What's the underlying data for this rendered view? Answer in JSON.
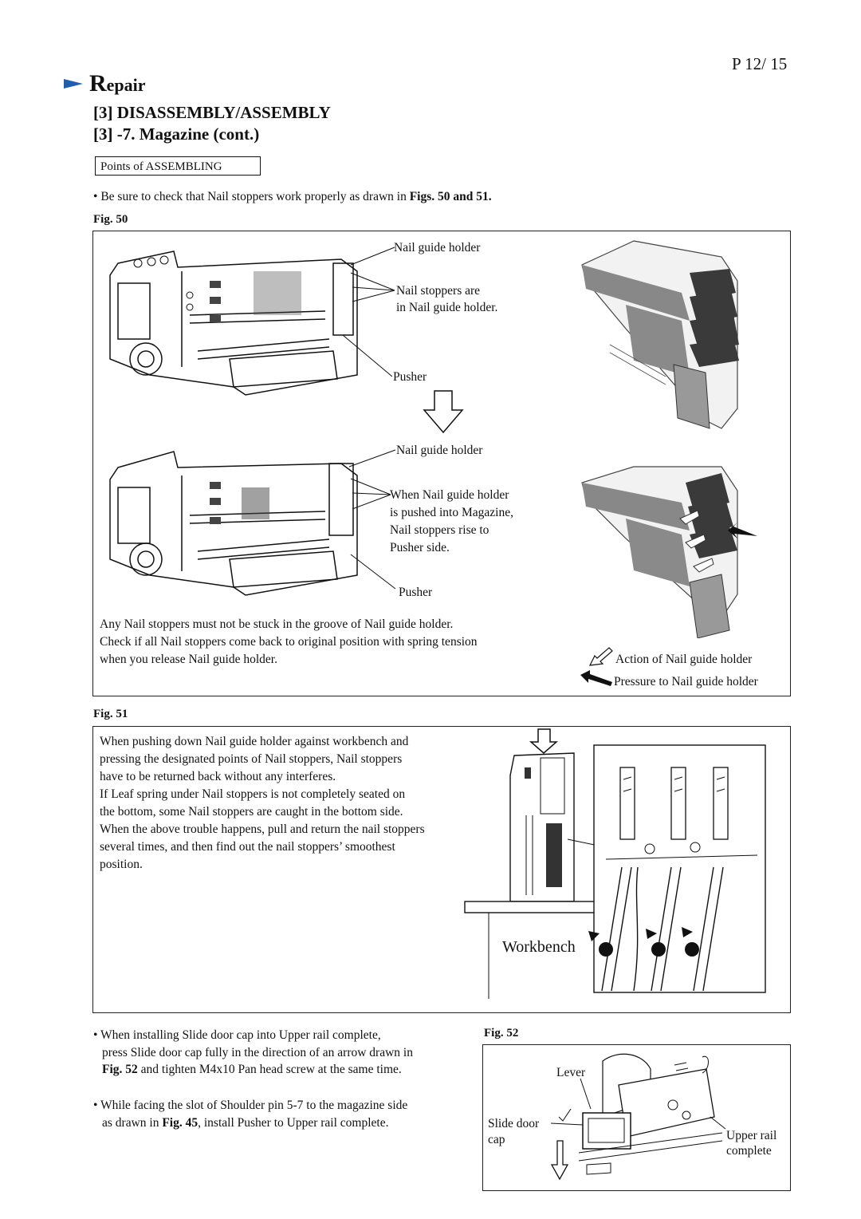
{
  "header": {
    "page": "P 12/ 15",
    "section_initial": "R",
    "section_rest": "epair"
  },
  "titles": {
    "h1": "[3] DISASSEMBLY/ASSEMBLY",
    "h2": "[3] -7. Magazine (cont.)"
  },
  "points_box": "Points of ASSEMBLING",
  "intro": {
    "bullet": "•",
    "pre": "Be sure to check that Nail stoppers work properly as drawn in ",
    "bold": "Figs. 50 and 51."
  },
  "fig50": {
    "label": "Fig. 50",
    "top": {
      "holder": "Nail guide holder",
      "stoppers": [
        "Nail stoppers are",
        "in Nail guide holder."
      ],
      "pusher": "Pusher"
    },
    "bottom": {
      "holder": "Nail guide holder",
      "note": [
        "When Nail guide holder",
        "is pushed into Magazine,",
        "Nail stoppers rise to",
        "Pusher side."
      ],
      "pusher": "Pusher"
    },
    "caption": [
      "Any Nail stoppers must not be stuck in the groove of Nail guide holder.",
      "Check if all Nail stoppers come back to original position with spring tension",
      "when you release Nail guide holder."
    ],
    "legend": {
      "action": "Action of Nail guide holder",
      "pressure": "Pressure to Nail guide holder"
    }
  },
  "fig51": {
    "label": "Fig. 51",
    "text": [
      "When pushing down Nail guide holder against workbench and",
      "pressing the designated points of Nail stoppers, Nail stoppers",
      "have to be returned back without any interferes.",
      "If Leaf spring under Nail stoppers is not completely seated on",
      "the bottom, some Nail stoppers are caught in the bottom side.",
      "When the above trouble happens, pull and return the nail stoppers",
      "several times, and then find out the nail stoppers’ smoothest",
      "position."
    ],
    "workbench": "Workbench"
  },
  "bottom": {
    "b1": {
      "l1": "When installing Slide door cap into Upper rail complete,",
      "l2": "press Slide door cap fully in the direction of an arrow drawn in",
      "l3_bold": "Fig. 52",
      "l3_rest": " and tighten M4x10 Pan head screw at the same time."
    },
    "b2": {
      "l1": "While facing the slot of Shoulder pin 5-7 to the magazine side",
      "l2_pre": "as drawn in ",
      "l2_bold": "Fig. 45",
      "l2_rest": ", install Pusher to Upper rail complete."
    }
  },
  "fig52": {
    "label": "Fig. 52",
    "lever": "Lever",
    "slide": [
      "Slide door",
      "cap"
    ],
    "rail": [
      "Upper rail",
      "complete"
    ]
  }
}
